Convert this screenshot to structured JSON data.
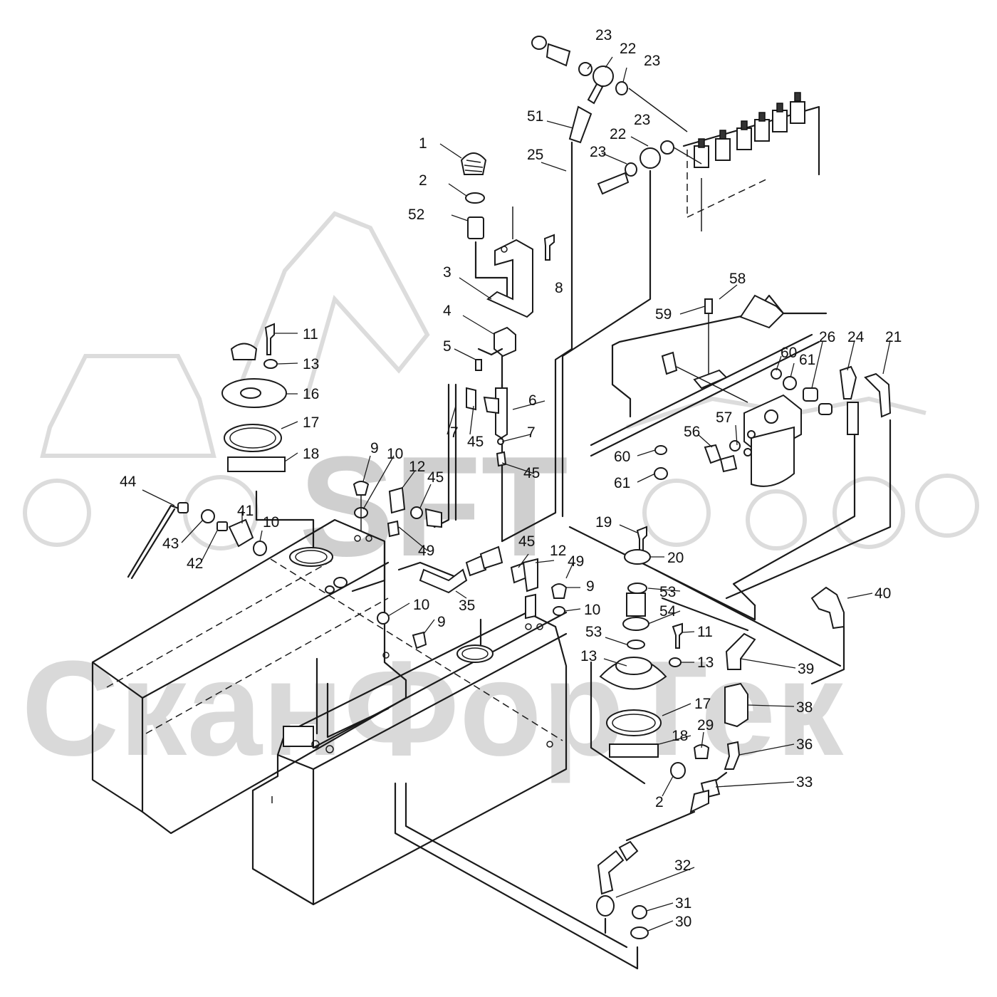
{
  "watermark": {
    "logo_text": "SFT",
    "brand_text": "СканФорТек",
    "color": "#cfcfcf"
  },
  "colors": {
    "line": "#1a1a1a",
    "background": "#ffffff"
  },
  "callouts": [
    "1",
    "2",
    "3",
    "4",
    "5",
    "6",
    "7",
    "8",
    "9",
    "10",
    "11",
    "12",
    "13",
    "16",
    "17",
    "18",
    "19",
    "20",
    "21",
    "22",
    "23",
    "24",
    "25",
    "26",
    "29",
    "30",
    "31",
    "32",
    "33",
    "35",
    "36",
    "38",
    "39",
    "40",
    "41",
    "42",
    "43",
    "44",
    "45",
    "49",
    "51",
    "52",
    "53",
    "54",
    "56",
    "57",
    "58",
    "59",
    "60",
    "61"
  ],
  "labels": [
    {
      "id": "23",
      "text": "23"
    },
    {
      "id": "22",
      "text": "22"
    },
    {
      "id": "23b",
      "text": "23"
    },
    {
      "id": "51",
      "text": "51"
    },
    {
      "id": "25",
      "text": "25"
    },
    {
      "id": "23c",
      "text": "23"
    },
    {
      "id": "22b",
      "text": "22"
    },
    {
      "id": "23d",
      "text": "23"
    },
    {
      "id": "1",
      "text": "1"
    },
    {
      "id": "2",
      "text": "2"
    },
    {
      "id": "52",
      "text": "52"
    },
    {
      "id": "3",
      "text": "3"
    },
    {
      "id": "8",
      "text": "8"
    },
    {
      "id": "4",
      "text": "4"
    },
    {
      "id": "5",
      "text": "5"
    },
    {
      "id": "6",
      "text": "6"
    },
    {
      "id": "7",
      "text": "7"
    },
    {
      "id": "45",
      "text": "45"
    },
    {
      "id": "7b",
      "text": "7"
    },
    {
      "id": "45b",
      "text": "45"
    },
    {
      "id": "11",
      "text": "11"
    },
    {
      "id": "13",
      "text": "13"
    },
    {
      "id": "16",
      "text": "16"
    },
    {
      "id": "17",
      "text": "17"
    },
    {
      "id": "18",
      "text": "18"
    },
    {
      "id": "9",
      "text": "9"
    },
    {
      "id": "10",
      "text": "10"
    },
    {
      "id": "12",
      "text": "12"
    },
    {
      "id": "45c",
      "text": "45"
    },
    {
      "id": "49",
      "text": "49"
    },
    {
      "id": "44",
      "text": "44"
    },
    {
      "id": "41",
      "text": "41"
    },
    {
      "id": "10b",
      "text": "10"
    },
    {
      "id": "43",
      "text": "43"
    },
    {
      "id": "42",
      "text": "42"
    },
    {
      "id": "35",
      "text": "35"
    },
    {
      "id": "45d",
      "text": "45"
    },
    {
      "id": "12b",
      "text": "12"
    },
    {
      "id": "49b",
      "text": "49"
    },
    {
      "id": "9b",
      "text": "9"
    },
    {
      "id": "10c",
      "text": "10"
    },
    {
      "id": "10d",
      "text": "10"
    },
    {
      "id": "9c",
      "text": "9"
    },
    {
      "id": "58",
      "text": "58"
    },
    {
      "id": "59",
      "text": "59"
    },
    {
      "id": "26",
      "text": "26"
    },
    {
      "id": "24",
      "text": "24"
    },
    {
      "id": "21",
      "text": "21"
    },
    {
      "id": "60",
      "text": "60"
    },
    {
      "id": "61",
      "text": "61"
    },
    {
      "id": "57",
      "text": "57"
    },
    {
      "id": "56",
      "text": "56"
    },
    {
      "id": "60b",
      "text": "60"
    },
    {
      "id": "61b",
      "text": "61"
    },
    {
      "id": "19",
      "text": "19"
    },
    {
      "id": "20",
      "text": "20"
    },
    {
      "id": "53",
      "text": "53"
    },
    {
      "id": "54",
      "text": "54"
    },
    {
      "id": "53b",
      "text": "53"
    },
    {
      "id": "11b",
      "text": "11"
    },
    {
      "id": "13b",
      "text": "13"
    },
    {
      "id": "13c",
      "text": "13"
    },
    {
      "id": "17b",
      "text": "17"
    },
    {
      "id": "18b",
      "text": "18"
    },
    {
      "id": "29",
      "text": "29"
    },
    {
      "id": "2b",
      "text": "2"
    },
    {
      "id": "40",
      "text": "40"
    },
    {
      "id": "39",
      "text": "39"
    },
    {
      "id": "38",
      "text": "38"
    },
    {
      "id": "36",
      "text": "36"
    },
    {
      "id": "33",
      "text": "33"
    },
    {
      "id": "32",
      "text": "32"
    },
    {
      "id": "31",
      "text": "31"
    },
    {
      "id": "30",
      "text": "30"
    }
  ]
}
